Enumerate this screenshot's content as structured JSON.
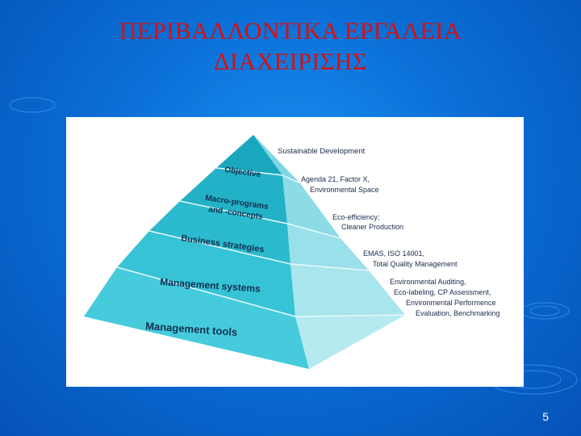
{
  "slide": {
    "title_line1": "ΠΕΡΙΒΑΛΛΟΝΤΙΚΑ ΕΡΓΑΛΕΙΑ",
    "title_line2": "ΔΙΑΧΕΙΡΙΣΗΣ",
    "page_number": "5"
  },
  "pyramid": {
    "levels": [
      {
        "label": "Objective",
        "description": [
          "Sustainable Development"
        ]
      },
      {
        "label_line1": "Macro-programs",
        "label_line2": "and -concepts",
        "description": [
          "Agenda 21, Factor X,",
          "Environmental Space"
        ]
      },
      {
        "label": "Business strategies",
        "description": [
          "Eco-efficiency;",
          "Cleaner Production"
        ]
      },
      {
        "label": "Management systems",
        "description": [
          "EMAS, ISO 14001,",
          "Total Quality Management"
        ]
      },
      {
        "label": "Management tools",
        "description": [
          "Environmental Auditing,",
          "Eco-labeling, CP Assessment,",
          "Environmental Performence",
          "Evaluation, Benchmarking"
        ]
      }
    ]
  },
  "colors": {
    "title": "#d81010",
    "background": "#0a6fd6",
    "pyramid_front": [
      "#1aa7bd",
      "#22b1c6",
      "#2bbace",
      "#36c3d5",
      "#45cbdc"
    ],
    "pyramid_side": [
      "#7fd6e3",
      "#8cdbe6",
      "#9ae0ea",
      "#a8e5ed",
      "#b6eaf1"
    ]
  }
}
